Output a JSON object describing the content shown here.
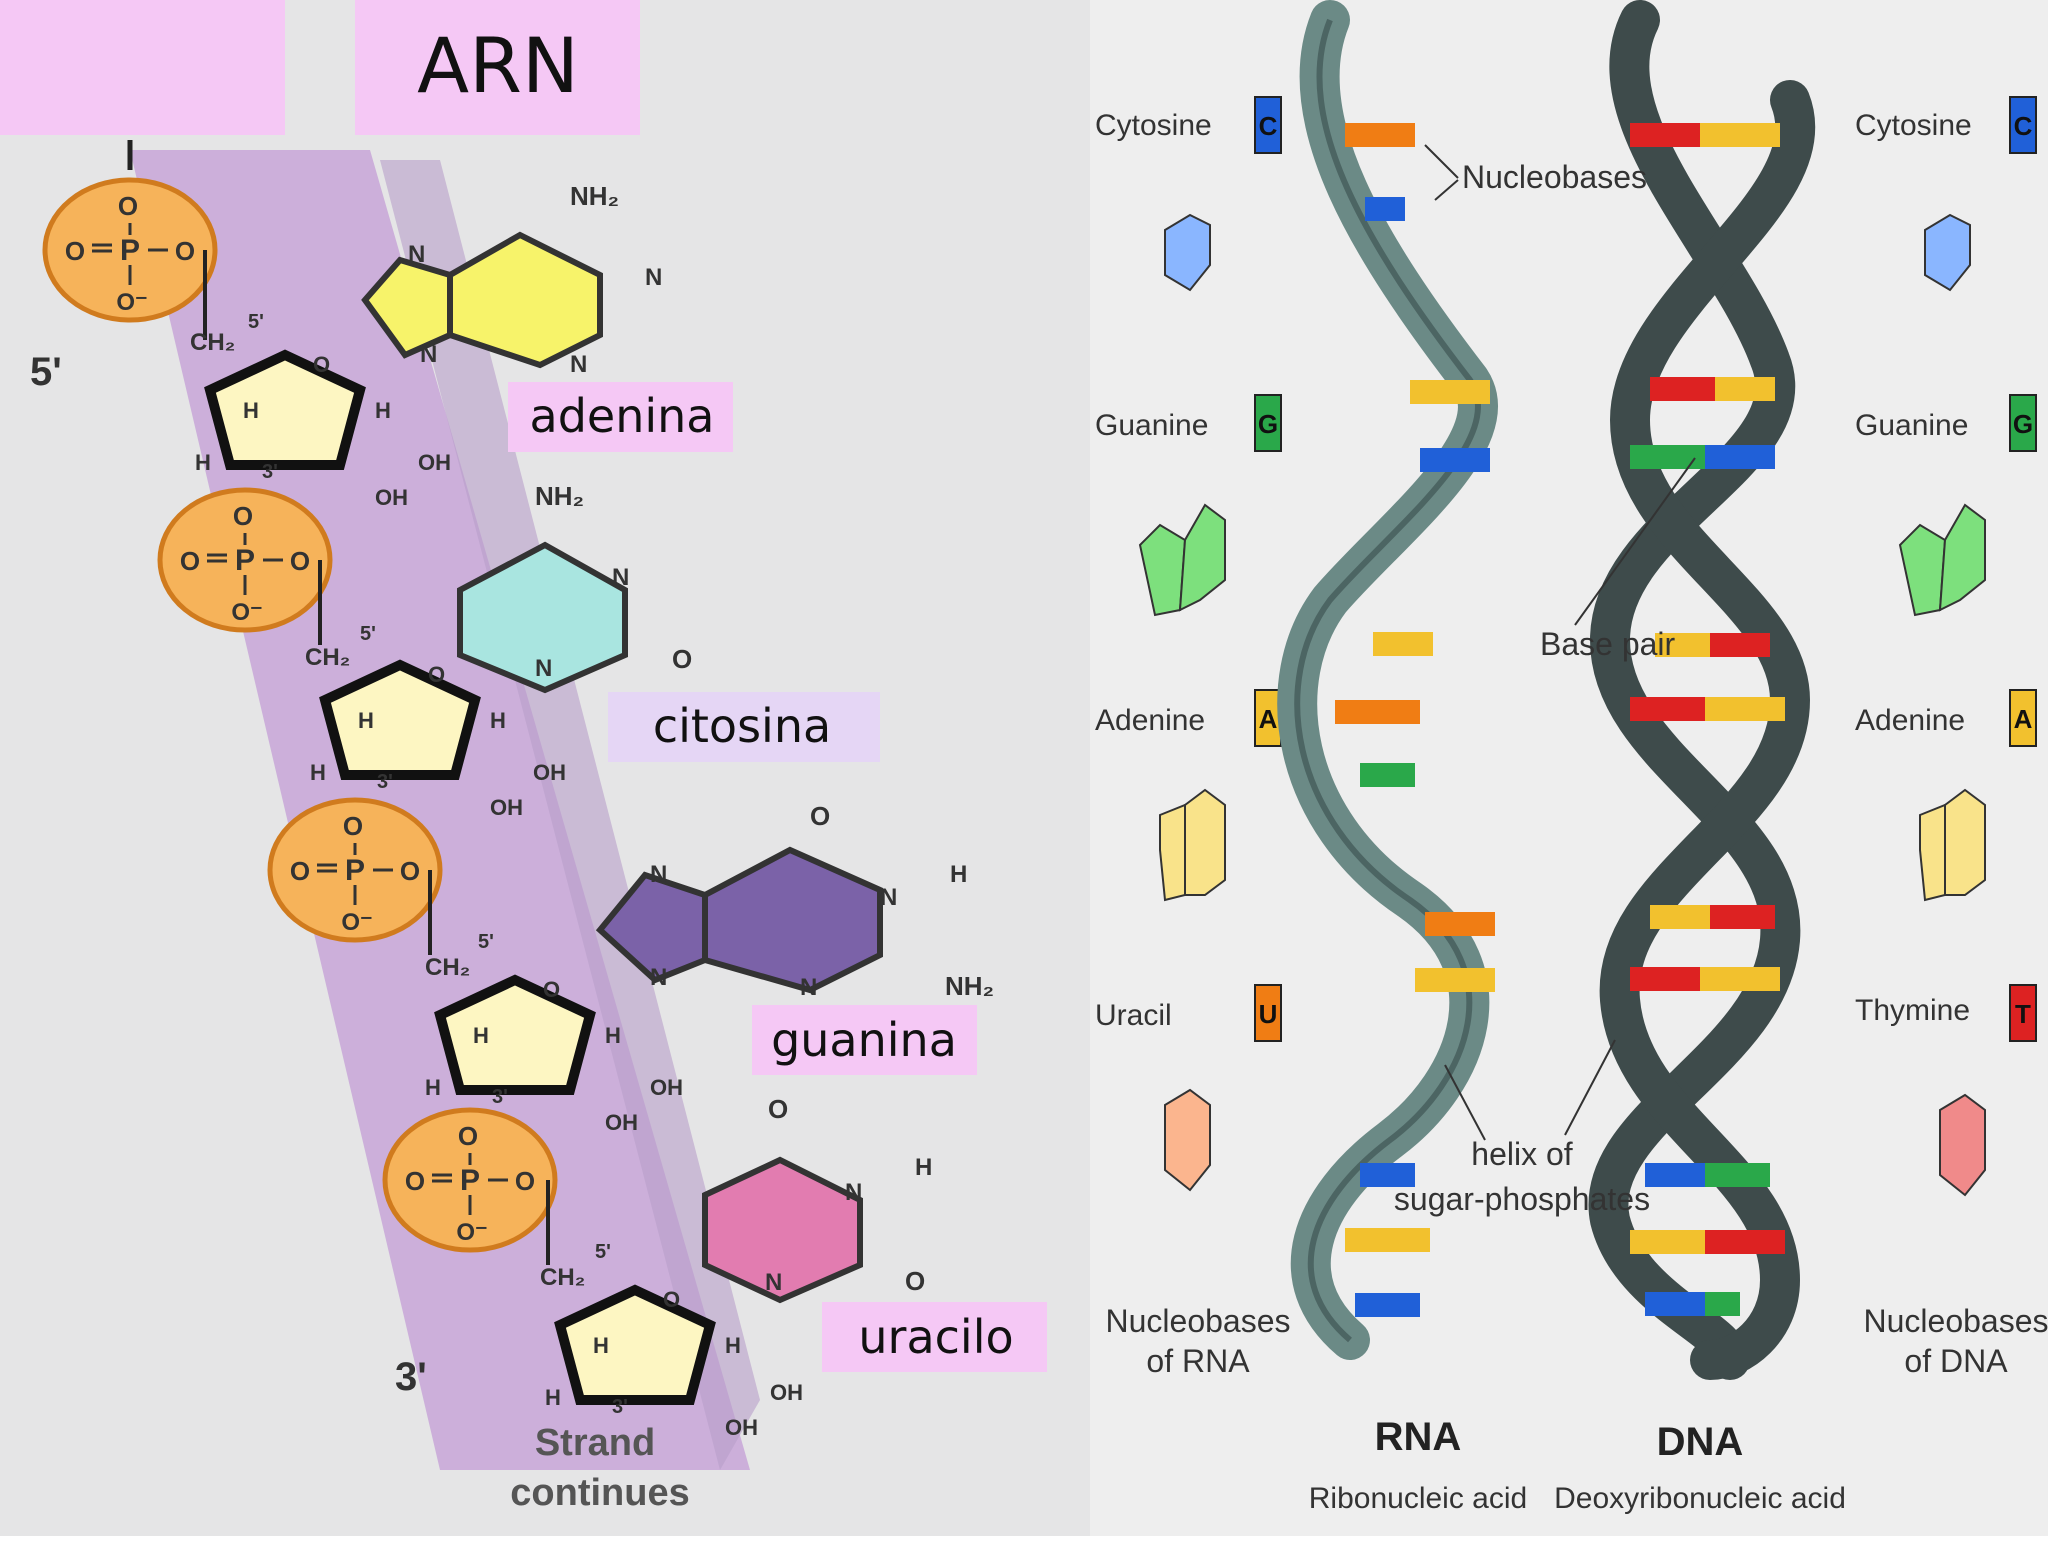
{
  "left": {
    "title": "ARN",
    "prime_5": "5'",
    "prime_3": "3'",
    "strand_line1": "Strand",
    "strand_line2": "continues",
    "phosphate": {
      "o_top": "O",
      "o_left": "O",
      "p": "P",
      "o_right": "O",
      "o_minus": "O⁻"
    },
    "sugar": {
      "c5": "5'",
      "ch2": "CH₂",
      "o": "O",
      "h": "H",
      "c3": "3'",
      "oh": "OH"
    },
    "bases": [
      {
        "label": "adenina",
        "color": "#f7f36a"
      },
      {
        "label": "citosina",
        "color": "#a9e5e0"
      },
      {
        "label": "guanina",
        "color": "#7b62a8"
      },
      {
        "label": "uracilo",
        "color": "#e27cb0"
      }
    ],
    "atoms": {
      "nh2": "NH₂",
      "n": "N",
      "o": "O",
      "h": "H"
    }
  },
  "right": {
    "rna_bases": [
      {
        "name": "Cytosine",
        "letter": "C",
        "color": "#2060d8"
      },
      {
        "name": "Guanine",
        "letter": "G",
        "color": "#2aa84a"
      },
      {
        "name": "Adenine",
        "letter": "A",
        "color": "#f2c12e"
      },
      {
        "name": "Uracil",
        "letter": "U",
        "color": "#f07d14"
      }
    ],
    "dna_bases": [
      {
        "name": "Cytosine",
        "letter": "C",
        "color": "#2060d8"
      },
      {
        "name": "Guanine",
        "letter": "G",
        "color": "#2aa84a"
      },
      {
        "name": "Adenine",
        "letter": "A",
        "color": "#f2c12e"
      },
      {
        "name": "Thymine",
        "letter": "T",
        "color": "#dd2222"
      }
    ],
    "label_nucleobases": "Nucleobases",
    "label_base_pair": "Base pair",
    "label_helix_line1": "helix of",
    "label_helix_line2": "sugar-phosphates",
    "rna_caption_line1": "Nucleobases",
    "rna_caption_line2": "of RNA",
    "dna_caption_line1": "Nucleobases",
    "dna_caption_line2": "of DNA",
    "rna_title": "RNA",
    "rna_subtitle": "Ribonucleic acid",
    "dna_title": "DNA",
    "dna_subtitle": "Deoxyribonucleic acid"
  }
}
